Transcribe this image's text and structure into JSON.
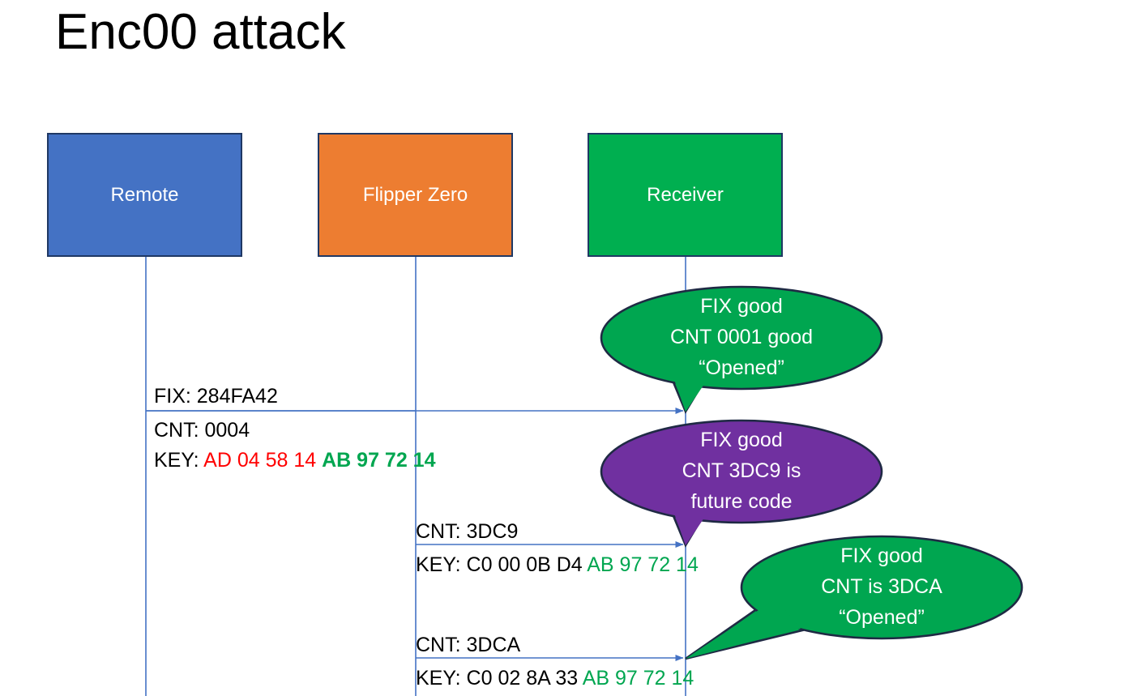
{
  "slide": {
    "title": "Enc00 attack",
    "background_color": "#FFFFFF"
  },
  "colors": {
    "remote_blue": "#4472C4",
    "flipper_orange": "#ED7D31",
    "receiver_green": "#00AF50",
    "callout_green": "#00A650",
    "callout_purple": "#7030A0",
    "box_border": "#1F3864",
    "lifeline_blue": "#4472C4",
    "key_red": "#FF0000",
    "key_green": "#00A650",
    "text_black": "#000000",
    "text_white": "#FFFFFF"
  },
  "actors": [
    {
      "id": "remote",
      "label": "Remote",
      "fill": "#4472C4"
    },
    {
      "id": "flipper",
      "label": "Flipper Zero",
      "fill": "#ED7D31"
    },
    {
      "id": "receiver",
      "label": "Receiver",
      "fill": "#00AF50"
    }
  ],
  "messages": [
    {
      "id": "msg1",
      "from": "remote",
      "to": "receiver",
      "line1": "FIX: 284FA42",
      "line2": "CNT: 0004",
      "key_label": "KEY: ",
      "key_red": "AD 04 58 14 ",
      "key_green": "AB 97 72 14"
    },
    {
      "id": "msg2",
      "from": "flipper",
      "to": "receiver",
      "line1": "CNT: 3DC9",
      "key_label": "KEY: C0 00 0B D4 ",
      "key_green": "AB 97 72 14"
    },
    {
      "id": "msg3",
      "from": "flipper",
      "to": "receiver",
      "line1": "CNT: 3DCA",
      "key_label": "KEY: C0 02 8A 33 ",
      "key_green": "AB 97 72 14"
    }
  ],
  "callouts": [
    {
      "id": "callout1",
      "fill": "#00A650",
      "line1": "FIX good",
      "line2": "CNT 0001 good",
      "line3": "“Opened”"
    },
    {
      "id": "callout2",
      "fill": "#7030A0",
      "line1": "FIX good",
      "line2": "CNT 3DC9 is",
      "line3": "future code"
    },
    {
      "id": "callout3",
      "fill": "#00A650",
      "line1": "FIX good",
      "line2": "CNT is 3DCA",
      "line3": "“Opened”"
    }
  ]
}
